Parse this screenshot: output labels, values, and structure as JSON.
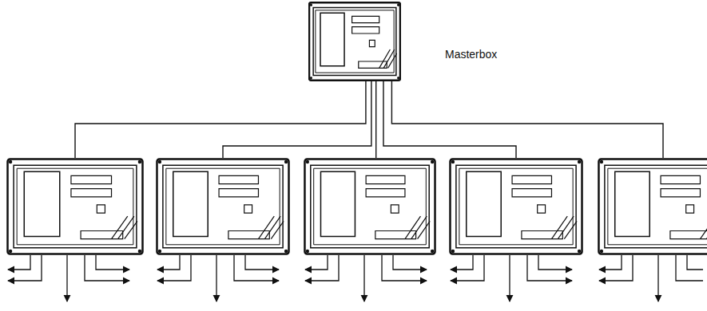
{
  "diagram": {
    "nodes": [
      {
        "text": [
          "Masterbox"
        ]
      },
      {
        "text": []
      },
      {
        "text": []
      },
      {
        "text": []
      },
      {
        "text": []
      },
      {
        "text": []
      }
    ],
    "edges": [
      {
        "from": 0,
        "to": 1,
        "arrow": "none"
      },
      {
        "from": 0,
        "to": 2,
        "arrow": "none"
      },
      {
        "from": 0,
        "to": 3,
        "arrow": "none"
      },
      {
        "from": 0,
        "to": 4,
        "arrow": "none"
      },
      {
        "from": 0,
        "to": 5,
        "arrow": "none"
      }
    ]
  }
}
